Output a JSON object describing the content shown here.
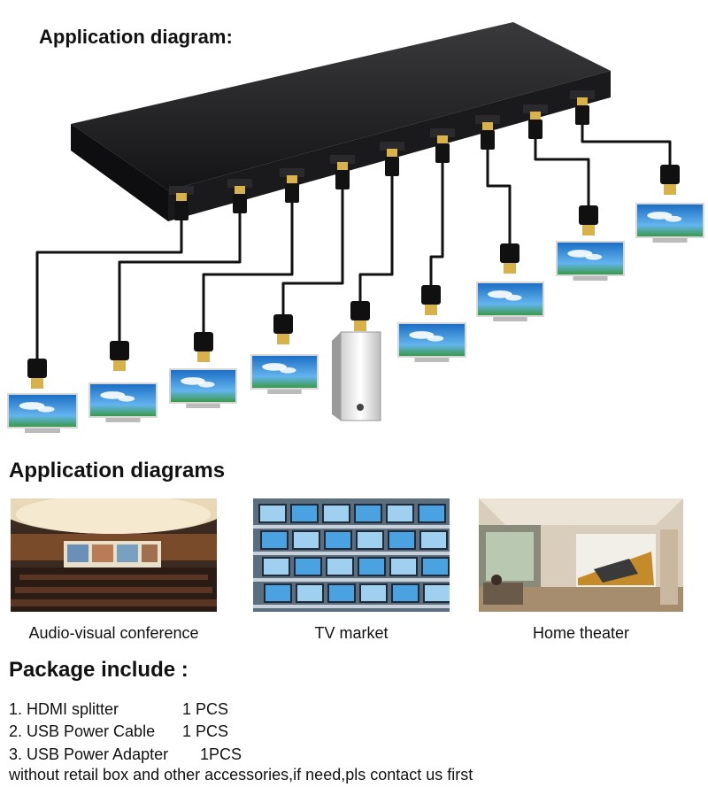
{
  "diagram": {
    "title": "Application diagram:"
  },
  "applications": {
    "title": "Application diagrams",
    "items": [
      {
        "caption": "Audio-visual conference"
      },
      {
        "caption": "TV market"
      },
      {
        "caption": "Home theater"
      }
    ]
  },
  "package": {
    "title": "Package include :",
    "lines": [
      {
        "name": "1. HDMI splitter",
        "qty": "1 PCS"
      },
      {
        "name": "2. USB Power Cable",
        "qty": "1 PCS"
      },
      {
        "name": "3. USB Power Adapter",
        "qty": "1PCS"
      }
    ],
    "note": "without retail box and other accessories,if need,pls contact us first"
  },
  "colors": {
    "device": "#1c1c1e",
    "cable": "#111111",
    "screen_sky": "#2f8fd8"
  }
}
